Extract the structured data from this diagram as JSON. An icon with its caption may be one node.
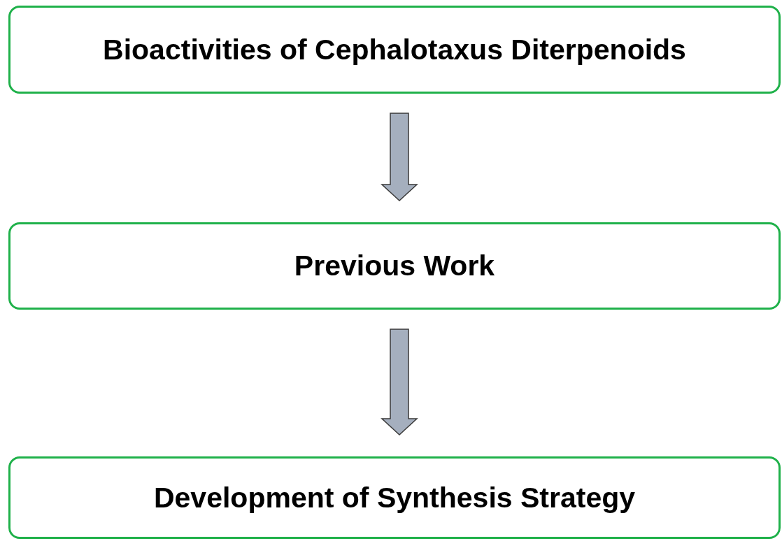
{
  "diagram": {
    "nodes": [
      {
        "text": [
          "Bioactivities of Cephalotaxus Diterpenoids"
        ]
      },
      {
        "text": [
          "Previous Work"
        ]
      },
      {
        "text": [
          "Development of Synthesis Strategy"
        ]
      }
    ],
    "edges": [
      {
        "from": 0,
        "to": 1,
        "arrow": "to",
        "style": "thick"
      },
      {
        "from": 1,
        "to": 2,
        "arrow": "to",
        "style": "thick"
      }
    ]
  }
}
